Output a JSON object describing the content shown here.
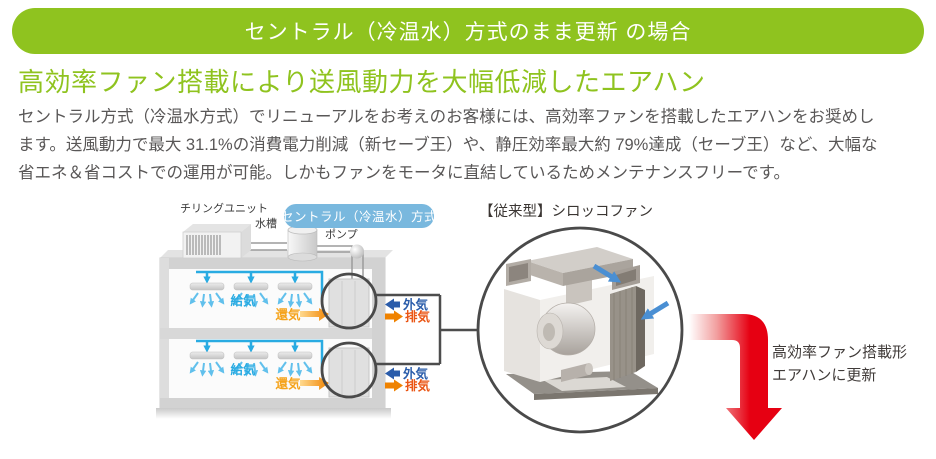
{
  "banner": {
    "label": "セントラル（冷温水）方式のまま更新 の場合"
  },
  "heading": {
    "text": "高効率ファン搭載により送風動力を大幅低減したエアハン"
  },
  "paragraph": {
    "lines": [
      "セントラル方式（冷温水方式）でリニューアルをお考えのお客様には、高効率ファンを搭載したエアハンをお奨めし",
      "ます。送風動力で最大 31.1%の消費電力削減（新セーブ王）や、静圧効率最大約 79%達成（セーブ王）など、大幅な",
      "省エネ＆省コストでの運用が可能。しかもファンをモータに直結しているためメンテナンスフリーです。"
    ]
  },
  "diagram": {
    "badge": "セントラル（冷温水）方式",
    "chiller": "チリングユニット",
    "tank": "水槽",
    "pump": "ポンプ",
    "supply": "給気",
    "return": "還気",
    "outside": "外気",
    "exhaust": "排気",
    "fan_title": "【従来型】シロッコファン",
    "note_line1": "高効率ファン搭載形",
    "note_line2": "エアハンに更新"
  },
  "colors": {
    "green": "#8fc31f",
    "body_text": "#595757",
    "badge_blue": "#79b8de",
    "duct_blue": "#29abe2",
    "outside_blue": "#2a5caa",
    "return_orange": "#f5a31b",
    "exhaust_orange": "#ea5514",
    "update_red": "#e60012"
  }
}
